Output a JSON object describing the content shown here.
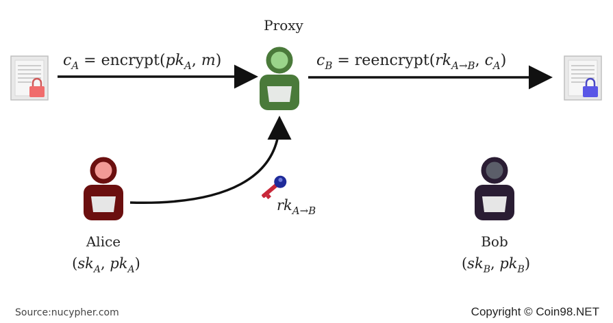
{
  "proxy": {
    "title": "Proxy",
    "body_color": "#4a7a3a",
    "head_color": "#9ad48a",
    "screen_color": "#e6e9e6"
  },
  "alice": {
    "name": "Alice",
    "keys": {
      "open": "(",
      "sk": "sk",
      "sub1": "A",
      "sep": ", ",
      "pk": "pk",
      "sub2": "A",
      "close": ")"
    },
    "body_color": "#6b0f0f",
    "head_color": "#f29a96"
  },
  "bob": {
    "name": "Bob",
    "keys": {
      "open": "(",
      "sk": "sk",
      "sub1": "B",
      "sep": ", ",
      "pk": "pk",
      "sub2": "B",
      "close": ")"
    },
    "body_color": "#2a1d33",
    "head_color": "#5b5e69"
  },
  "edges": {
    "left": {
      "c": "c",
      "c_sub": "A",
      "eq": " = encrypt(",
      "pk": "pk",
      "pk_sub": "A",
      "sep": ", ",
      "m": "m",
      "close": ")"
    },
    "right": {
      "c": "c",
      "c_sub": "B",
      "eq": " = reencrypt(",
      "rk": "rk",
      "rk_sub": "A→B",
      "sep": ", ",
      "c2": "c",
      "c2_sub": "A",
      "close": ")"
    },
    "rekey": {
      "rk": "rk",
      "rk_sub": "A→B"
    }
  },
  "documents": {
    "left_lock_color": "#f06c6c",
    "right_lock_color": "#5a57e6"
  },
  "key_icon": {
    "colors": [
      "#1f2b9a",
      "#c8283a"
    ]
  },
  "footer": {
    "source": "Source:nucypher.com",
    "copyright": "Copyright © Coin98.NET"
  }
}
